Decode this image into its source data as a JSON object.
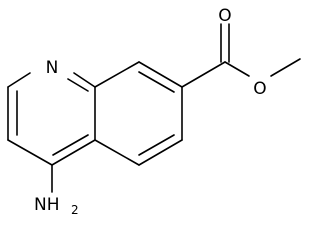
{
  "molecule": {
    "atoms": {
      "n1": "N",
      "o_carbonyl": "O",
      "o_ester": "O",
      "amino_main": "NH",
      "amino_sub": "2"
    }
  }
}
